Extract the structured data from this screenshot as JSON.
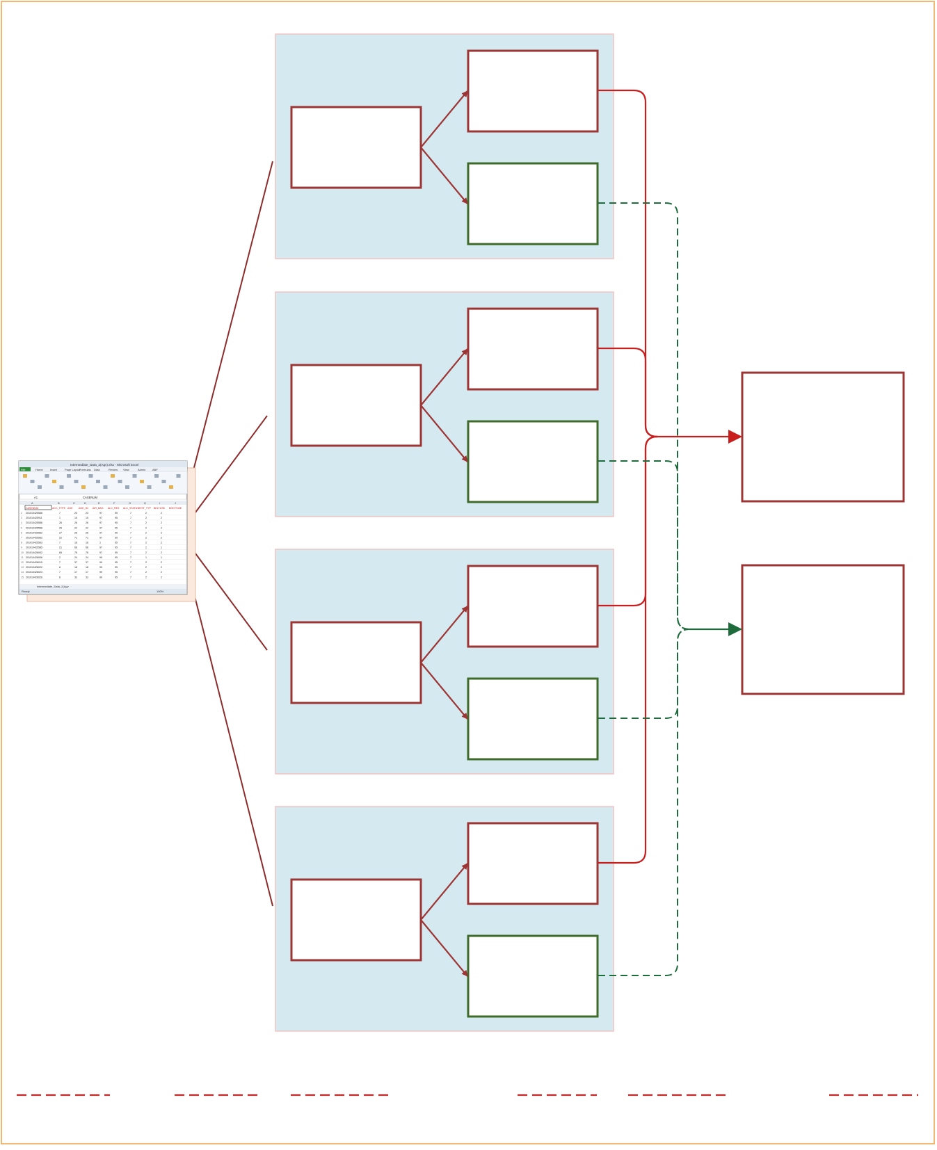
{
  "colors": {
    "page_border": "#f0b872",
    "panel_fill": "#d4eaf0",
    "panel_border": "#f1c3c3",
    "red": "#9e3535",
    "red_bright": "#c81e1e",
    "green": "#3f6b2a",
    "green_dark": "#1e6b3c",
    "dash_red": "#c62828"
  },
  "spreadsheet": {
    "title": "Intermediate_Data_2(Agv).xlsx - Microsoft Excel",
    "tabs": [
      "File",
      "Home",
      "Insert",
      "Page Layout",
      "Formulas",
      "Data",
      "Review",
      "View",
      "Admin",
      "ABF"
    ],
    "cell_ref": "A1",
    "formula": "CASENUM",
    "columns": [
      "A",
      "B",
      "C",
      "D",
      "E",
      "F",
      "G",
      "H",
      "I",
      "J"
    ],
    "headers": [
      "CASENUM",
      "ACC_TYPE",
      "AGE",
      "AGE_IM",
      "AIR_BAG",
      "ALC_RES",
      "ALC_STATUS",
      "ATST_TYP",
      "BELTUSE",
      "BODYSIZE"
    ],
    "rows": [
      [
        "201010425556",
        "7",
        "23",
        "23",
        "97",
        "95",
        "7",
        "2",
        "2"
      ],
      [
        "201010425911",
        "1",
        "15",
        "15",
        "97",
        "95",
        "7",
        "2",
        "2"
      ],
      [
        "201010425556",
        "26",
        "26",
        "26",
        "97",
        "95",
        "7",
        "2",
        "2"
      ],
      [
        "201010425558",
        "25",
        "22",
        "22",
        "97",
        "95",
        "7",
        "2",
        "2"
      ],
      [
        "201010425562",
        "27",
        "26",
        "26",
        "97",
        "95",
        "7",
        "2",
        "2"
      ],
      [
        "201010425562",
        "22",
        "71",
        "71",
        "97",
        "95",
        "7",
        "2",
        "2"
      ],
      [
        "201010425563",
        "7",
        "16",
        "16",
        "1",
        "95",
        "7",
        "2",
        "2"
      ],
      [
        "201010425585",
        "21",
        "66",
        "66",
        "97",
        "95",
        "7",
        "2",
        "1"
      ],
      [
        "201010426002",
        "65",
        "76",
        "76",
        "97",
        "95",
        "7",
        "2",
        "2"
      ],
      [
        "201010426006",
        "2",
        "24",
        "24",
        "99",
        "95",
        "7",
        "1",
        "1"
      ],
      [
        "201010426015",
        "7",
        "37",
        "37",
        "99",
        "95",
        "7",
        "2",
        "2"
      ],
      [
        "201010426022",
        "6",
        "18",
        "18",
        "99",
        "95",
        "7",
        "2",
        "2"
      ],
      [
        "201010426023",
        "7",
        "17",
        "17",
        "99",
        "95",
        "7",
        "2",
        "2"
      ],
      [
        "201010426026",
        "6",
        "33",
        "33",
        "99",
        "95",
        "7",
        "2",
        "2"
      ]
    ],
    "sheet_tab": "Intermediate_Data_2(Agv",
    "status": "Ready",
    "zoom": "100%"
  },
  "panels": [
    {
      "id": 1
    },
    {
      "id": 2
    },
    {
      "id": 3
    },
    {
      "id": 4
    }
  ],
  "outputs": [
    {
      "id": "red-output"
    },
    {
      "id": "green-output"
    }
  ],
  "legend_dashes": 6
}
